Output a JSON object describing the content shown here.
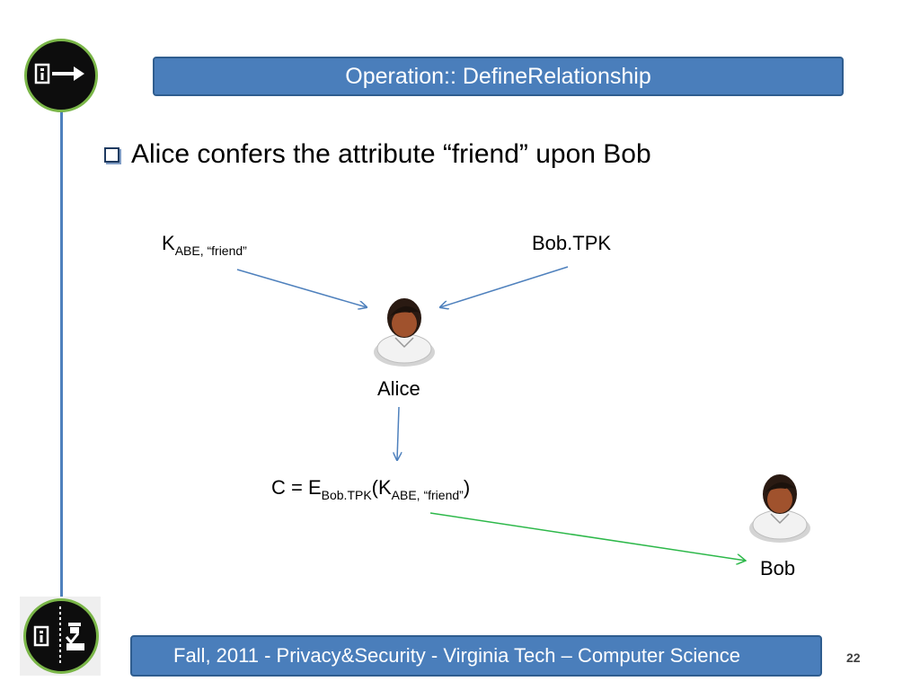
{
  "slide": {
    "title": "Operation:: DefineRelationship",
    "bullet": "Alice confers the attribute “friend” upon Bob",
    "footer": "Fall, 2011  - Privacy&Security  - Virginia Tech – Computer Science",
    "page_number": "22"
  },
  "diagram": {
    "k_abe_main": "K",
    "k_abe_sub": "ABE, “friend”",
    "bob_tpk": "Bob.TPK",
    "alice_label": "Alice",
    "bob_label": "Bob",
    "formula": {
      "prefix": "C = E",
      "enc_sub": "Bob.TPK",
      "open": "(K",
      "key_sub": "ABE, “friend”",
      "close": ")"
    }
  },
  "colors": {
    "accent_blue": "#4a7ebb",
    "arrow_blue": "#4f81bd",
    "arrow_green": "#2db84a",
    "logo_ring": "#7ab648"
  },
  "icons": [
    "document-arrow-icon",
    "document-officer-icon",
    "person-icon"
  ]
}
